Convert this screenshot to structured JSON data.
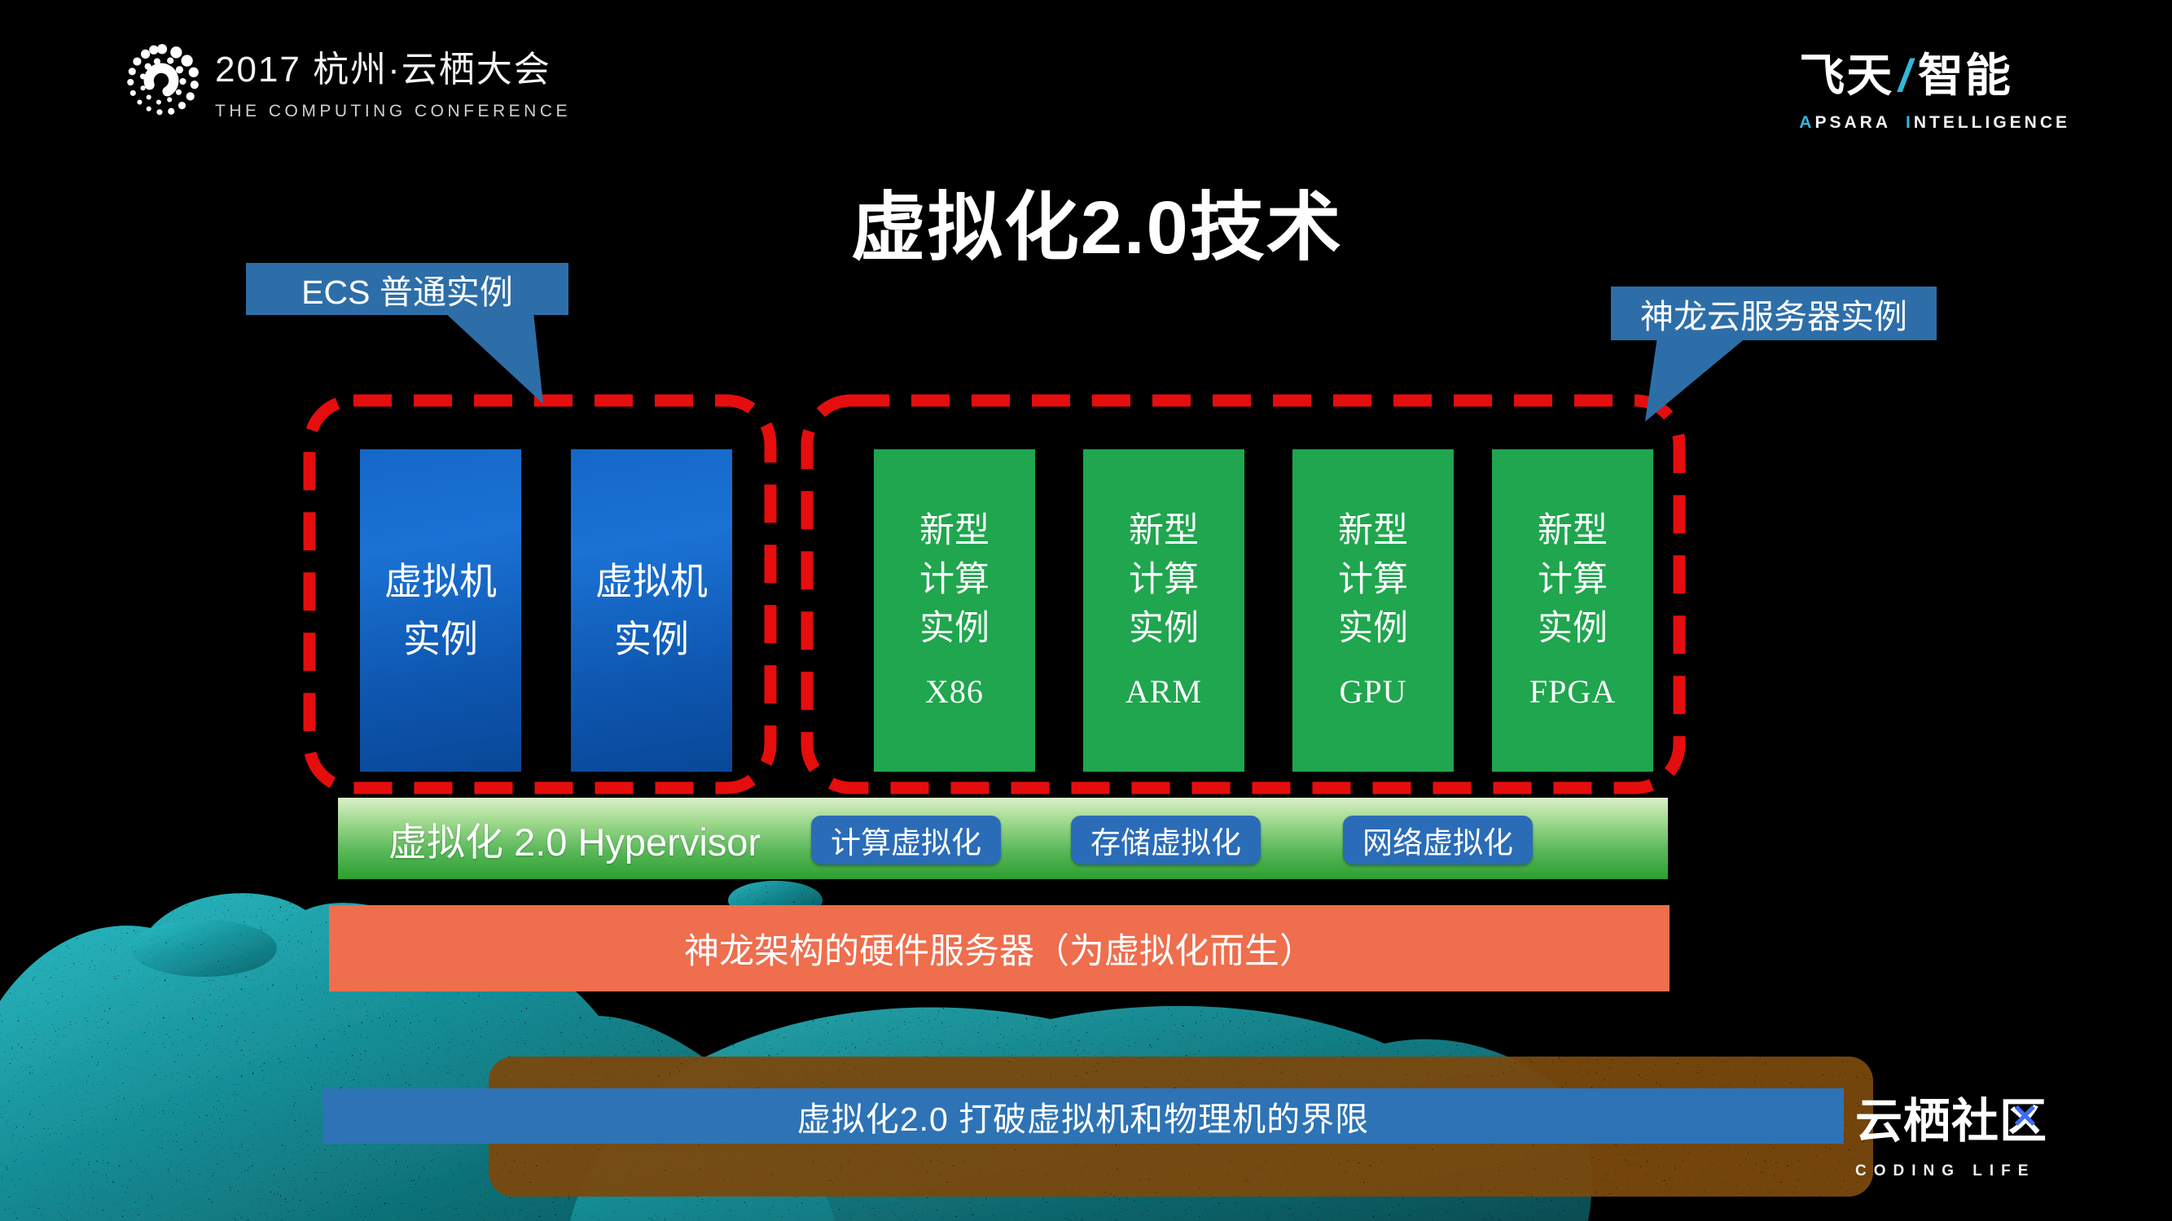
{
  "colors": {
    "callout_blue": "#2d6ea8",
    "badge_blue": "#2a6cb8",
    "vm_box_blue_top": "#1568c8",
    "vm_box_blue_bottom": "#094898",
    "new_box_green": "#1fa64e",
    "hypervisor_bar_green_top": "#d9efc9",
    "hypervisor_bar_green_bottom": "#2d9f30",
    "hardware_bar_orange": "#ee6e4e",
    "bottom_bar_blue": "#2d73b5",
    "dashed_border_red": "#e50d0d",
    "texture_teal": "#1b9aa3",
    "apsara_cyan": "#35b6d9",
    "community_x_blue": "#3d6cf5"
  },
  "conference_logo": {
    "title": "2017 杭州·云栖大会",
    "subtitle": "THE COMPUTING CONFERENCE"
  },
  "apsara_logo": {
    "cn_left": "飞天",
    "slash": "/",
    "cn_right": "智能",
    "sub_a": "A",
    "sub_psara": "PSARA",
    "sub_i": "I",
    "sub_ntelligence": "NTELLIGENCE"
  },
  "slide": {
    "title": "虚拟化2.0技术"
  },
  "callouts": {
    "ecs": "ECS 普通实例",
    "shenlong": "神龙云服务器实例"
  },
  "vm_group": {
    "boxes": [
      {
        "lines": [
          "虚拟机",
          "实例"
        ]
      },
      {
        "lines": [
          "虚拟机",
          "实例"
        ]
      }
    ]
  },
  "new_compute_group": {
    "boxes": [
      {
        "lines": [
          "新型",
          "计算",
          "实例"
        ],
        "tag": "X86"
      },
      {
        "lines": [
          "新型",
          "计算",
          "实例"
        ],
        "tag": "ARM"
      },
      {
        "lines": [
          "新型",
          "计算",
          "实例"
        ],
        "tag": "GPU"
      },
      {
        "lines": [
          "新型",
          "计算",
          "实例"
        ],
        "tag": "FPGA"
      }
    ]
  },
  "hypervisor_bar": {
    "label": "虚拟化 2.0 Hypervisor",
    "badges": [
      "计算虚拟化",
      "存储虚拟化",
      "网络虚拟化"
    ]
  },
  "hardware_bar": {
    "label": "神龙架构的硬件服务器（为虚拟化而生）"
  },
  "bottom_bar": {
    "label": "虚拟化2.0 打破虚拟机和物理机的界限"
  },
  "community_logo": {
    "name_head": "云栖社",
    "name_tail": "区",
    "x_mark": "✕",
    "subtitle": "CODING LIFE"
  }
}
